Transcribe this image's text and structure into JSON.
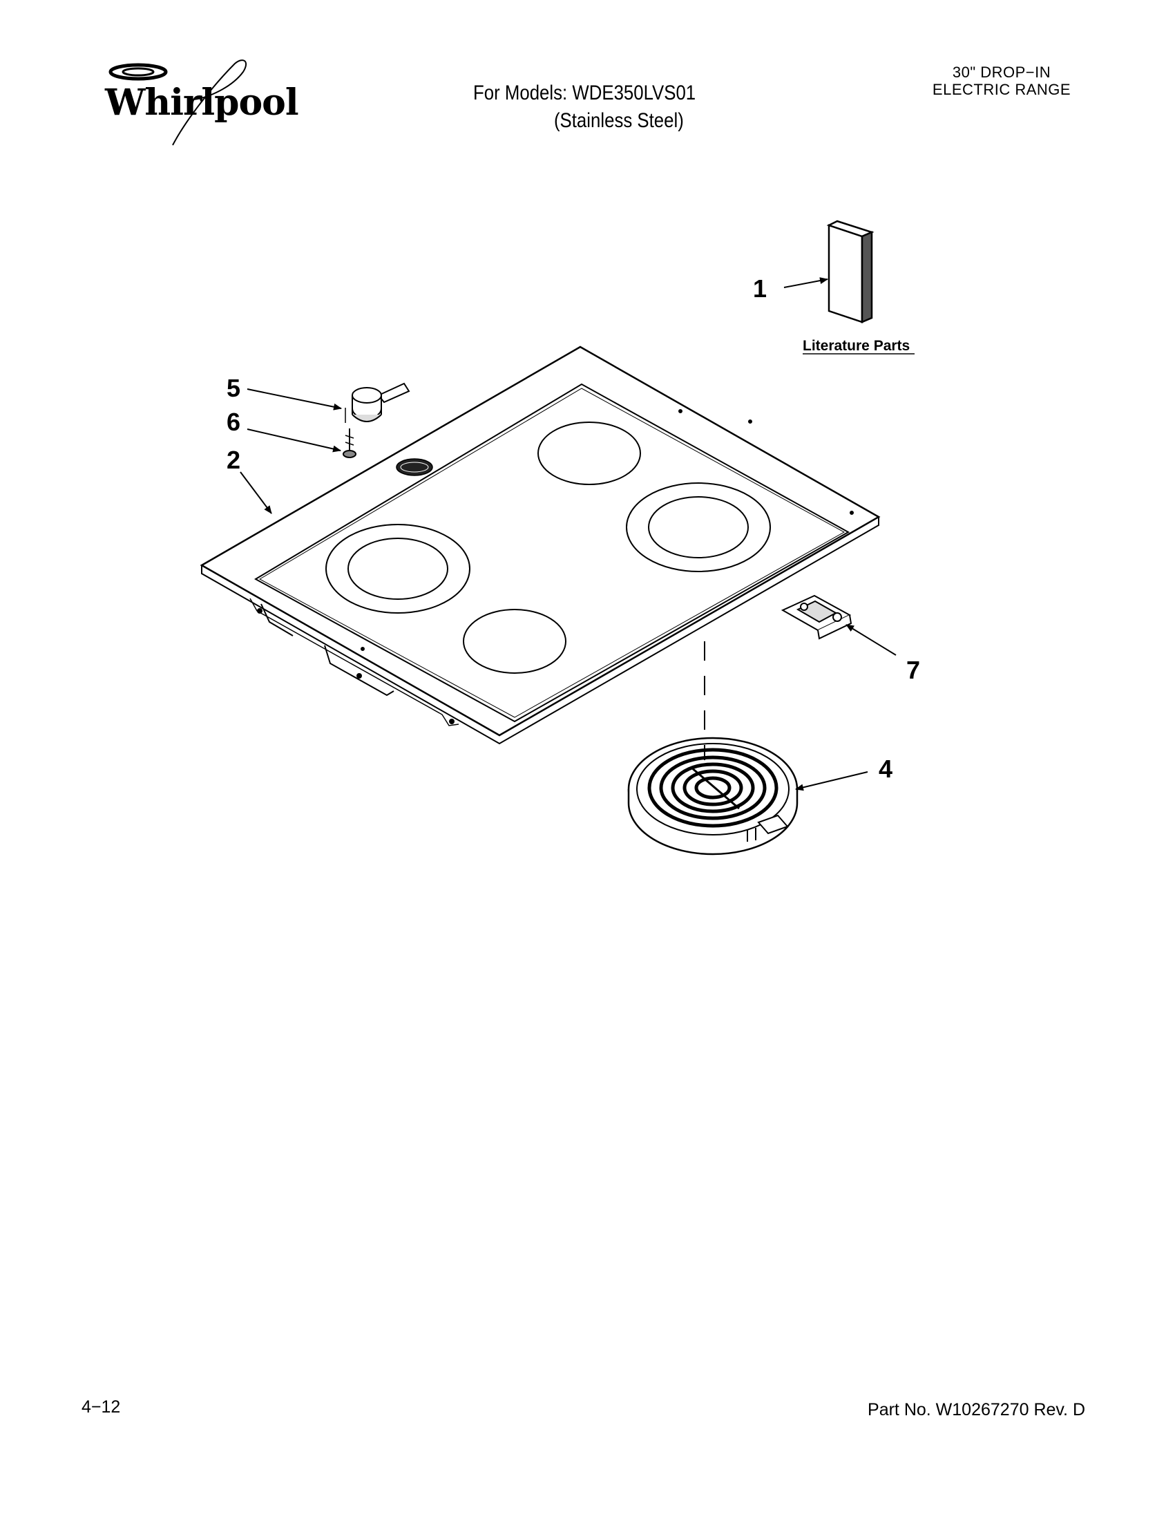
{
  "header": {
    "brand": "Whirlpool",
    "models_line1": "For Models: WDE350LVS01",
    "models_line2": "(Stainless Steel)",
    "range_line1": "30\" DROP−IN",
    "range_line2": "ELECTRIC RANGE"
  },
  "diagram": {
    "callouts": [
      "1",
      "2",
      "4",
      "5",
      "6",
      "7"
    ],
    "literature_label": "Literature Parts"
  },
  "footer": {
    "page": "4−12",
    "part_number": "Part No. W10267270 Rev. D"
  }
}
